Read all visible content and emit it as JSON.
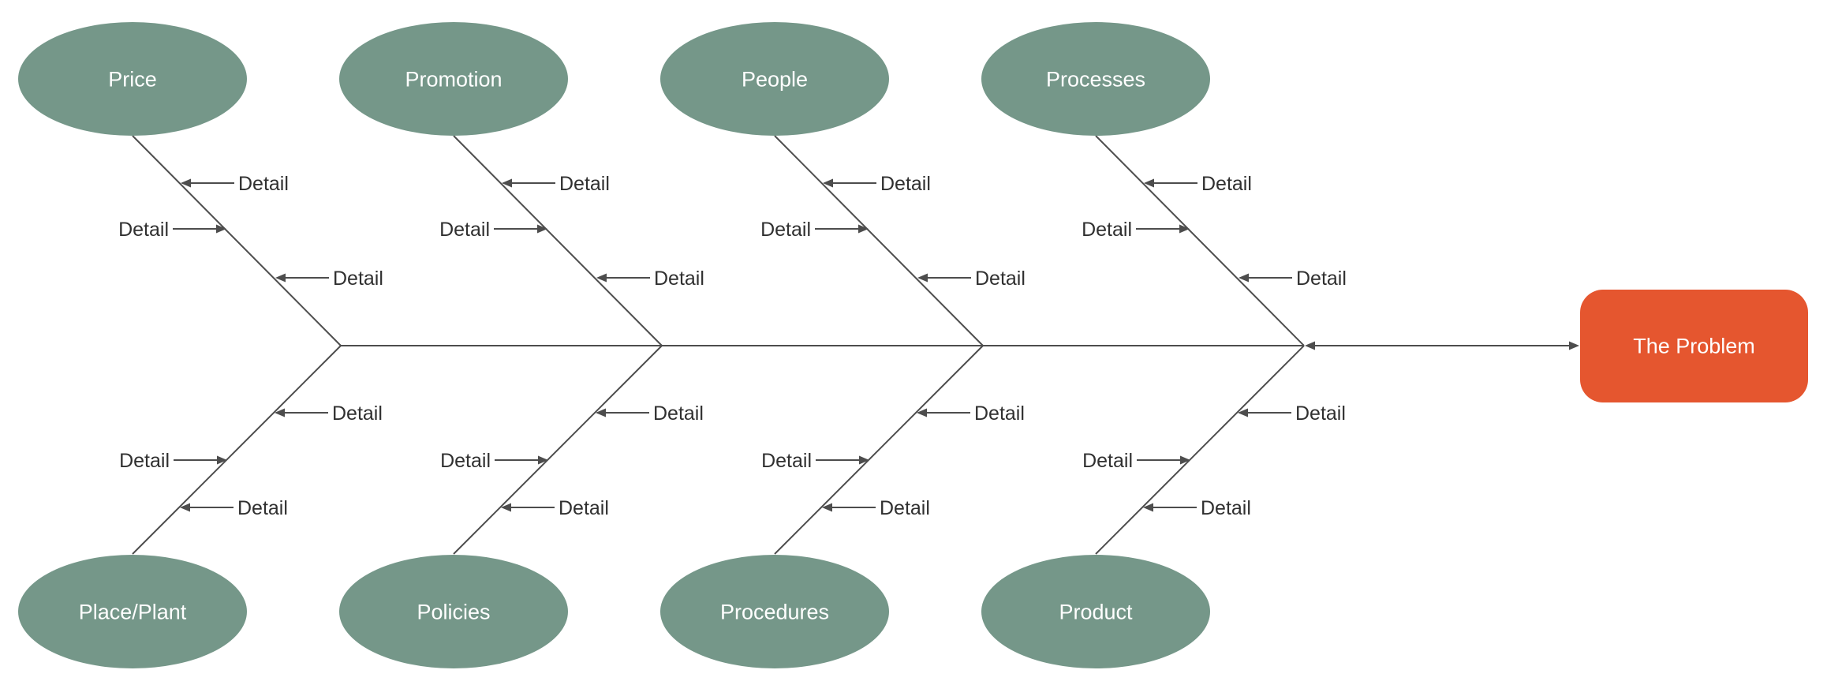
{
  "diagram": {
    "type": "fishbone-cause-effect",
    "problem": {
      "label": "The Problem"
    },
    "categories": {
      "top": [
        {
          "label": "Price"
        },
        {
          "label": "Promotion"
        },
        {
          "label": "People"
        },
        {
          "label": "Processes"
        }
      ],
      "bottom": [
        {
          "label": "Place/Plant"
        },
        {
          "label": "Policies"
        },
        {
          "label": "Procedures"
        },
        {
          "label": "Product"
        }
      ]
    },
    "detail_label": "Detail",
    "details_per_bone": 3,
    "colors": {
      "category_fill": "#759789",
      "category_text": "#ffffff",
      "problem_fill": "#e5562f",
      "problem_text": "#ffffff",
      "line": "#4d4d4d",
      "detail_text": "#303030",
      "background": "#ffffff"
    }
  }
}
